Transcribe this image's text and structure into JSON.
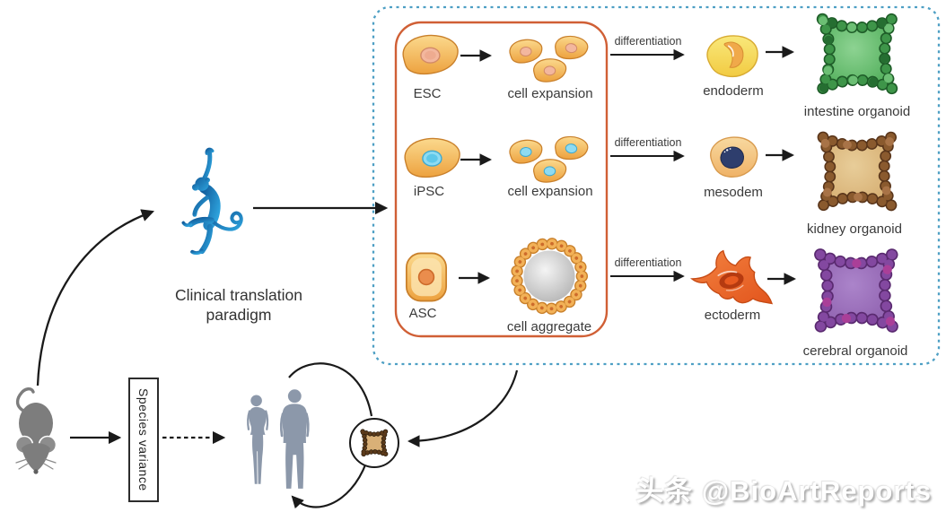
{
  "diagram": {
    "paradigm": {
      "line1": "Clinical translation",
      "line2": "paradigm"
    },
    "species_variance_label": "Species variance",
    "differentiation_label": "differentiation",
    "rows": [
      {
        "source_label": "ESC",
        "process_label": "cell expansion",
        "germ_label": "endoderm",
        "organoid_label": "intestine organoid"
      },
      {
        "source_label": "iPSC",
        "process_label": "cell expansion",
        "germ_label": "mesodem",
        "organoid_label": "kidney organoid"
      },
      {
        "source_label": "ASC",
        "process_label": "cell aggregate",
        "germ_label": "ectoderm",
        "organoid_label": "cerebral organoid"
      }
    ]
  },
  "watermark": {
    "text": "头条 @BioArtReports"
  },
  "colors": {
    "pipeline_box_border": "#d05f35",
    "scope_box_border": "#4d9fc4",
    "cell_body": "#f0a846",
    "esc_nucleus": "#f3b79e",
    "ipsc_nucleus": "#8edbf2",
    "asc_nucleus": "#ea8d4d",
    "endoderm": "#f3cf45",
    "mesoderm_nucleus": "#2e3e6d",
    "ectoderm": "#e2551d",
    "intestine_organoid": "#3e9549",
    "kidney_organoid": "#8a5a2e",
    "cerebral_organoid": "#8b5cab",
    "monkey": "#1b7fc0",
    "mouse": "#7d7d7d",
    "human": "#8c98aa",
    "arrow": "#1a1a1a"
  }
}
